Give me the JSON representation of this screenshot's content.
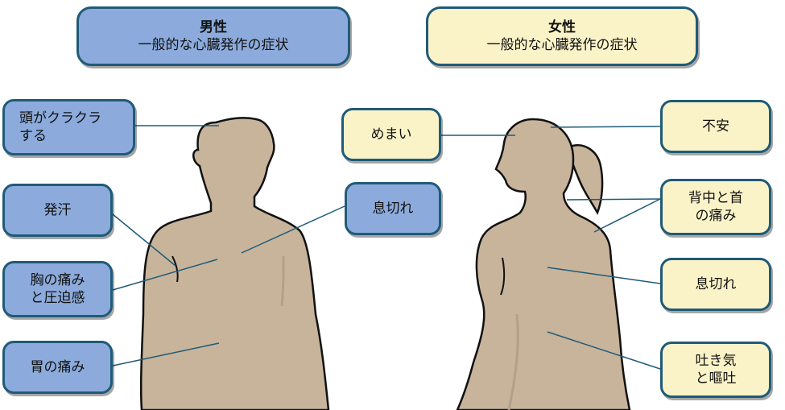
{
  "male": {
    "header": {
      "title": "男性",
      "subtitle": "一般的な心臓発作の症状"
    },
    "symptoms": {
      "dizziness": "頭がクラクラ\nする",
      "sweating": "発汗",
      "chest": "胸の痛み\nと圧迫感",
      "stomach": "胃の痛み",
      "breath": "息切れ"
    }
  },
  "female": {
    "header": {
      "title": "女性",
      "subtitle": "一般的な心臓発作の症状"
    },
    "symptoms": {
      "dizziness": "めまい",
      "anxiety": "不安",
      "back_neck": "背中と首\nの痛み",
      "breath": "息切れ",
      "nausea": "吐き気\nと嘔吐"
    }
  },
  "colors": {
    "male_box": "#8cabdc",
    "female_box": "#fbf3c8",
    "border": "#1f5b78",
    "skin": "#c8b49b",
    "line": "#1f5b78"
  }
}
